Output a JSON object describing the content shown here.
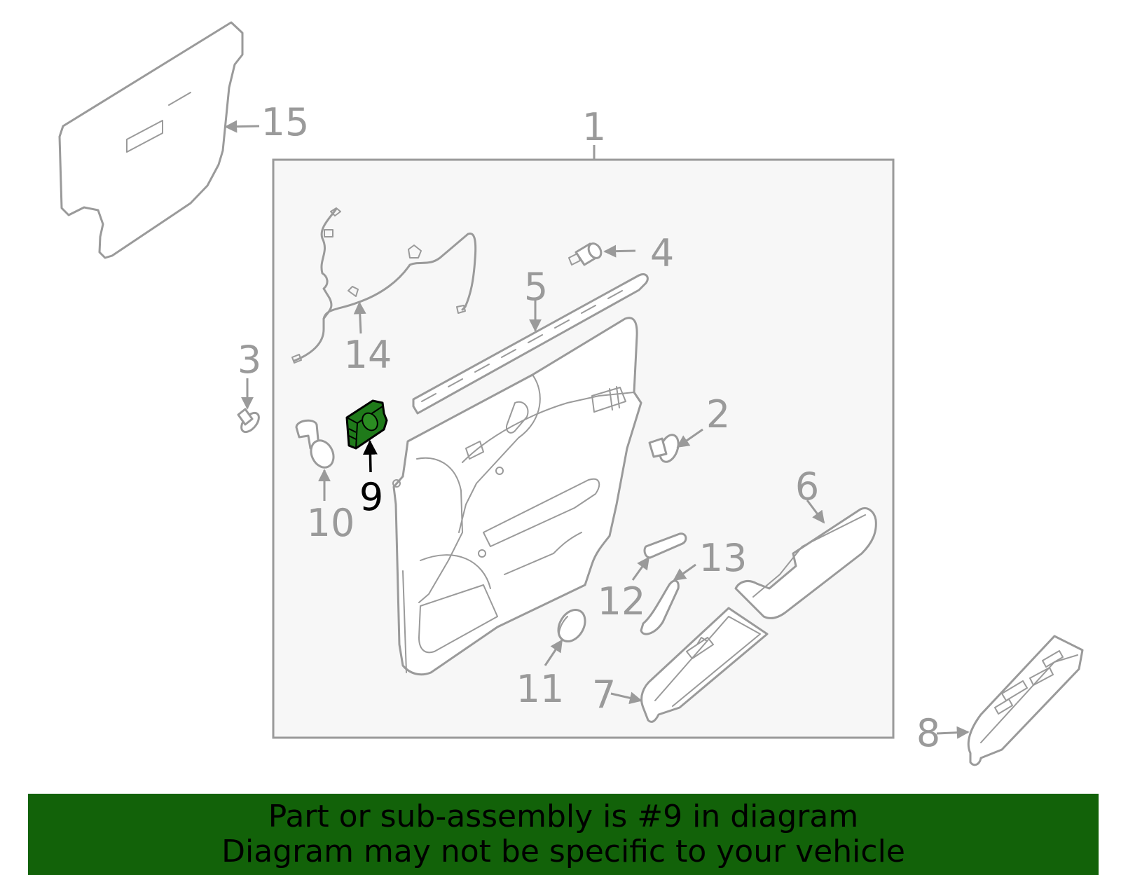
{
  "callouts": [
    "1",
    "2",
    "3",
    "4",
    "5",
    "6",
    "7",
    "8",
    "9",
    "10",
    "11",
    "12",
    "13",
    "14",
    "15"
  ],
  "highlighted_part": "9",
  "colors": {
    "highlight_fill": "#1f7a1a",
    "banner_bg": "#126209",
    "line": "#9a9a9a",
    "box_bg": "#f7f7f7"
  },
  "banner": {
    "line1": "Part or sub-assembly is #9 in diagram",
    "line2": "Diagram may not be specific to your vehicle"
  }
}
